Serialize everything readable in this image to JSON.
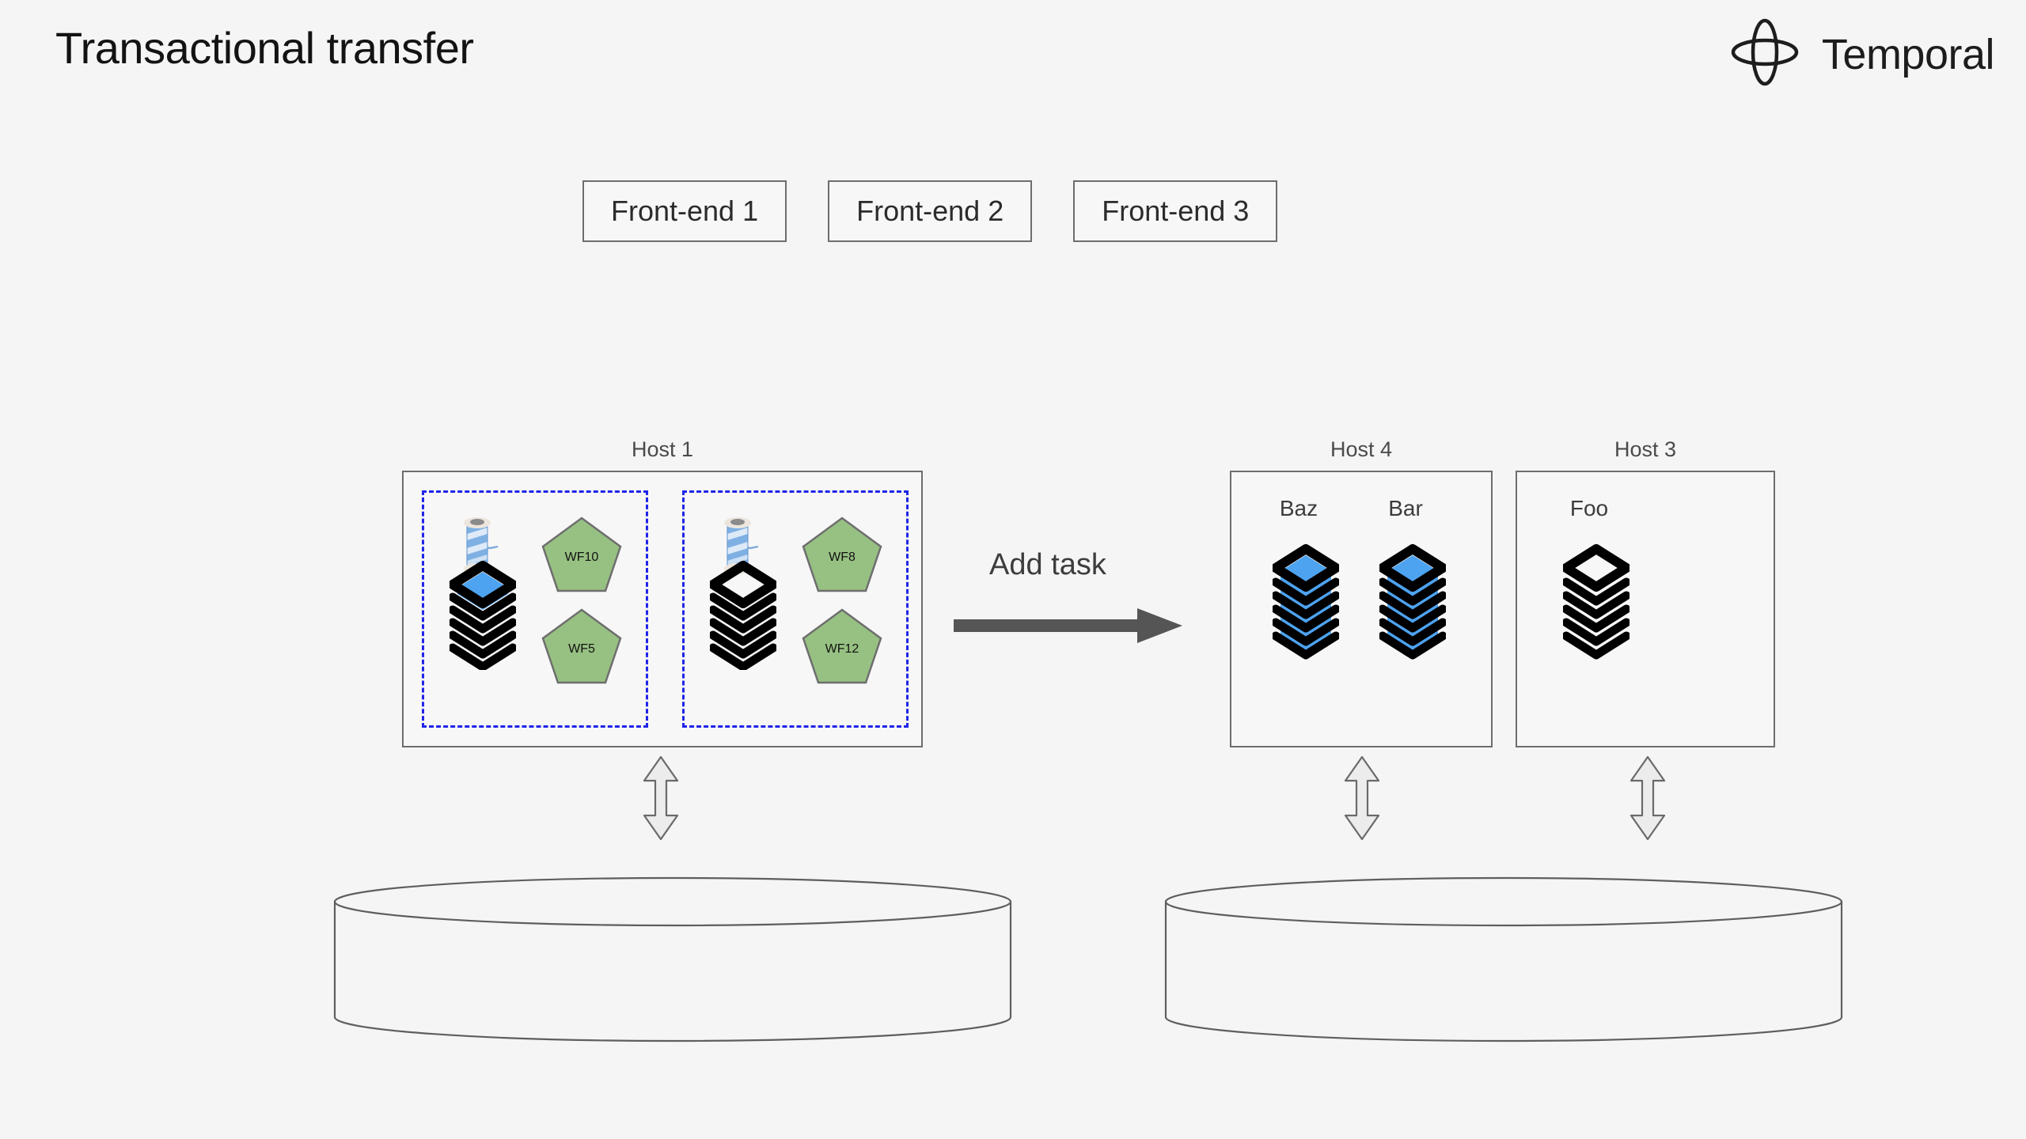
{
  "page": {
    "title": "Transactional transfer",
    "background_color": "#f5f5f5"
  },
  "brand": {
    "name": "Temporal",
    "logo_icon": "temporal-star-icon"
  },
  "frontends": [
    {
      "label": "Front-end 1"
    },
    {
      "label": "Front-end 2"
    },
    {
      "label": "Front-end 3"
    }
  ],
  "transfer": {
    "label": "Add task",
    "arrow_icon": "right-arrow-icon",
    "arrow_color": "#555555"
  },
  "hosts": [
    {
      "label": "Host 1",
      "groups": [
        {
          "spool_icon": "thread-spool-icon",
          "stack_icon": "task-stack-icon",
          "stack_highlighted": true,
          "workflows": [
            {
              "label": "WF10"
            },
            {
              "label": "WF5"
            }
          ]
        },
        {
          "spool_icon": "thread-spool-icon",
          "stack_icon": "task-stack-icon",
          "stack_highlighted": false,
          "workflows": [
            {
              "label": "WF8"
            },
            {
              "label": "WF12"
            }
          ]
        }
      ]
    },
    {
      "label": "Host 4",
      "queues": [
        {
          "label": "Baz",
          "stack_icon": "task-stack-icon",
          "filled": true
        },
        {
          "label": "Bar",
          "stack_icon": "task-stack-icon",
          "filled": true
        }
      ]
    },
    {
      "label": "Host 3",
      "queues": [
        {
          "label": "Foo",
          "stack_icon": "task-stack-icon",
          "filled": false
        }
      ]
    }
  ],
  "databases": [
    {
      "icon": "database-cylinder-icon"
    },
    {
      "icon": "database-cylinder-icon"
    }
  ],
  "connectors": [
    {
      "icon": "double-headed-vertical-arrow-icon"
    },
    {
      "icon": "double-headed-vertical-arrow-icon"
    },
    {
      "icon": "double-headed-vertical-arrow-icon"
    }
  ],
  "colors": {
    "accent_blue": "#4da3f0",
    "dashed_border": "#1f25e8",
    "pentagon_fill": "#97c182",
    "pentagon_stroke": "#6e6e6e",
    "box_stroke": "#6d6d6d",
    "arrow_gray": "#555555"
  }
}
